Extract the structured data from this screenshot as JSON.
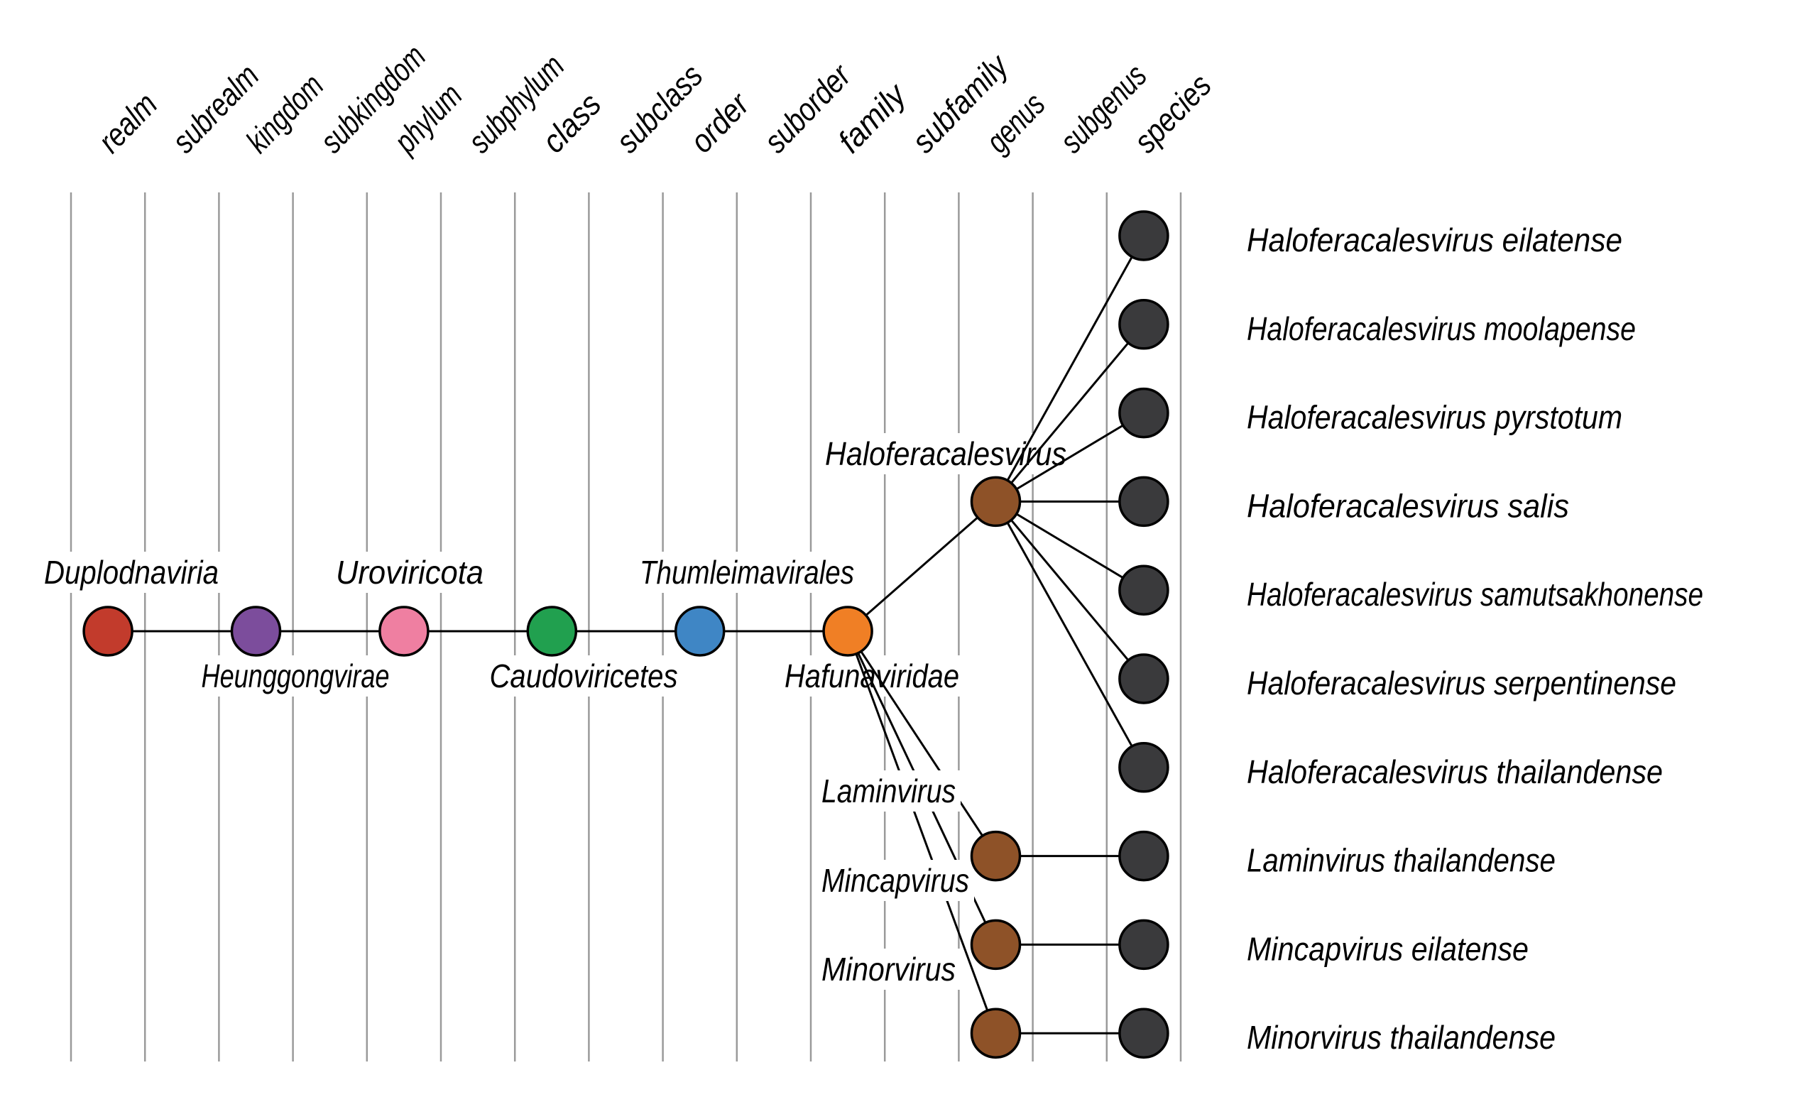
{
  "figure": {
    "type": "taxonomy-lineage-tree",
    "rank_axis": {
      "labels": [
        "realm",
        "subrealm",
        "kingdom",
        "subkingdom",
        "phylum",
        "subphylum",
        "class",
        "subclass",
        "order",
        "suborder",
        "family",
        "subfamily",
        "genus",
        "subgenus",
        "species"
      ]
    },
    "lineage": [
      {
        "rank": "realm",
        "name": "Duplodnaviria",
        "color": "#c23b2c",
        "label_side": "above"
      },
      {
        "rank": "kingdom",
        "name": "Heunggongvirae",
        "color": "#7c4d9c",
        "label_side": "below"
      },
      {
        "rank": "phylum",
        "name": "Uroviricota",
        "color": "#ef7fa1",
        "label_side": "above"
      },
      {
        "rank": "class",
        "name": "Caudoviricetes",
        "color": "#21a04f",
        "label_side": "below"
      },
      {
        "rank": "order",
        "name": "Thumleimavirales",
        "color": "#3f86c5",
        "label_side": "above"
      },
      {
        "rank": "family",
        "name": "Hafunaviridae",
        "color": "#f07f25",
        "label_side": "below"
      }
    ],
    "genera": [
      {
        "name": "Haloferacalesvirus",
        "color": "#8e5228",
        "species": [
          "Haloferacalesvirus eilatense",
          "Haloferacalesvirus moolapense",
          "Haloferacalesvirus pyrstotum",
          "Haloferacalesvirus salis",
          "Haloferacalesvirus samutsakhonense",
          "Haloferacalesvirus serpentinense",
          "Haloferacalesvirus thailandense"
        ]
      },
      {
        "name": "Laminvirus",
        "color": "#8e5228",
        "species": [
          "Laminvirus thailandense"
        ]
      },
      {
        "name": "Mincapvirus",
        "color": "#8e5228",
        "species": [
          "Mincapvirus eilatense"
        ]
      },
      {
        "name": "Minorvirus",
        "color": "#8e5228",
        "species": [
          "Minorvirus thailandense"
        ]
      }
    ],
    "species_node_color": "#3a3a3c",
    "edge_color": "#000000",
    "gridline_color": "#9a9a9a"
  }
}
